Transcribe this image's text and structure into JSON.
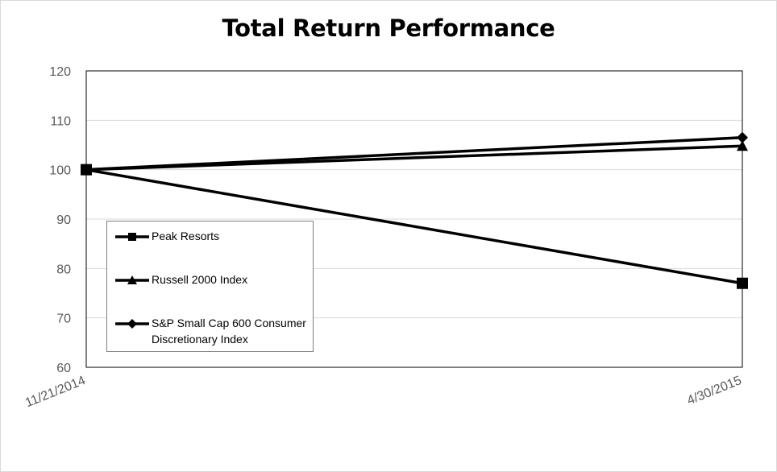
{
  "chart_data": {
    "type": "line",
    "title": "Total Return Performance",
    "xlabel": "",
    "ylabel": "",
    "categories": [
      "11/21/2014",
      "4/30/2015"
    ],
    "ylim": [
      60,
      120
    ],
    "yticks": [
      60,
      70,
      80,
      90,
      100,
      110,
      120
    ],
    "grid": true,
    "legend_position": "inside-left",
    "series": [
      {
        "name": "Peak Resorts",
        "marker": "square",
        "values": [
          100,
          77.0
        ],
        "color": "#000000"
      },
      {
        "name": "Russell 2000 Index",
        "marker": "triangle",
        "values": [
          100,
          104.8
        ],
        "color": "#000000"
      },
      {
        "name": "S&P Small Cap 600 Consumer Discretionary Index",
        "marker": "diamond",
        "values": [
          100,
          106.5
        ],
        "color": "#000000"
      }
    ]
  },
  "legend": {
    "items": [
      {
        "label": "Peak Resorts"
      },
      {
        "label": "Russell 2000 Index"
      },
      {
        "label": "S&P Small Cap 600 Consumer Discretionary Index"
      }
    ]
  }
}
